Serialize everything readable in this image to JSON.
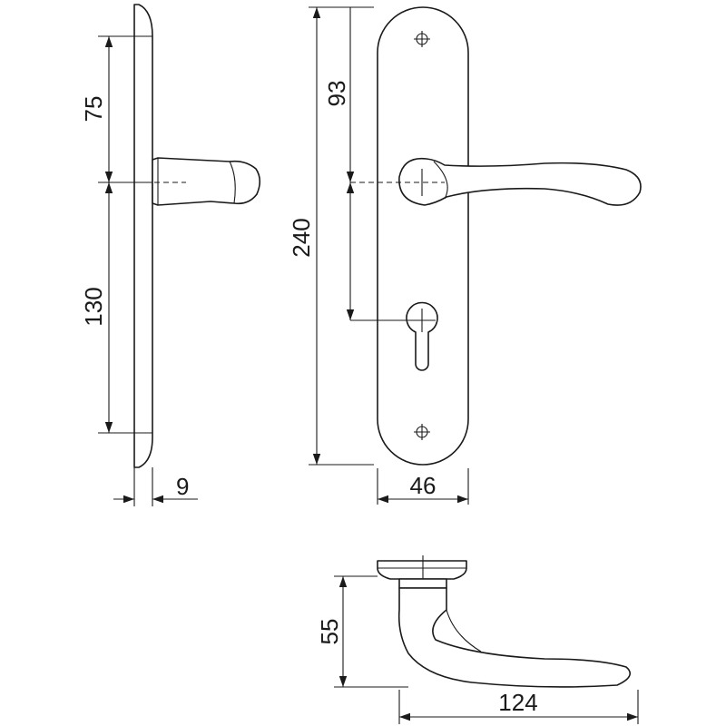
{
  "dimensions": {
    "side_upper": "75",
    "side_lower": "130",
    "plate_thickness": "9",
    "plate_height": "240",
    "handle_to_keyhole": "93",
    "plate_width": "46",
    "handle_projection": "55",
    "handle_length": "124"
  }
}
